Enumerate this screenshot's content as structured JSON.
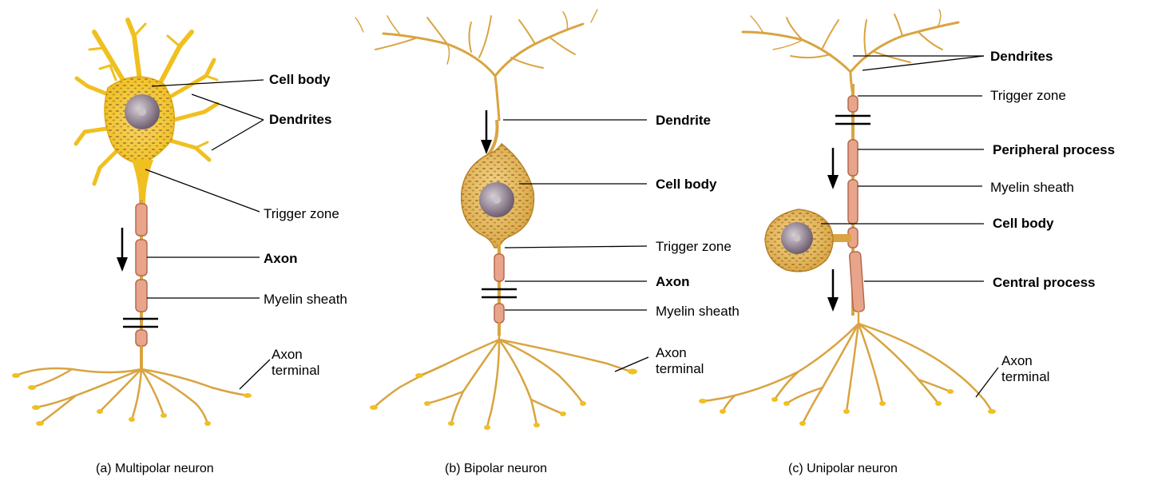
{
  "colors": {
    "process": "#d9a441",
    "process_dark": "#b8842a",
    "multipolar_body": "#f2c21a",
    "body_fill": "#e8b94a",
    "myelin": "#e8a58c",
    "myelin_edge": "#b36a4e",
    "nucleus": "#8c7c8c",
    "leader": "#000000"
  },
  "panels": [
    {
      "id": "a",
      "caption": "(a) Multipolar neuron",
      "labels": {
        "cell_body": "Cell body",
        "dendrites": "Dendrites",
        "trigger_zone": "Trigger zone",
        "axon": "Axon",
        "myelin_sheath": "Myelin sheath",
        "axon_terminal": "Axon\nterminal"
      }
    },
    {
      "id": "b",
      "caption": "(b) Bipolar neuron",
      "labels": {
        "dendrite": "Dendrite",
        "cell_body": "Cell body",
        "trigger_zone": "Trigger zone",
        "axon": "Axon",
        "myelin_sheath": "Myelin sheath",
        "axon_terminal": "Axon\nterminal"
      }
    },
    {
      "id": "c",
      "caption": "(c) Unipolar neuron",
      "labels": {
        "dendrites": "Dendrites",
        "trigger_zone": "Trigger zone",
        "peripheral_process": "Peripheral process",
        "myelin_sheath": "Myelin sheath",
        "cell_body": "Cell body",
        "central_process": "Central process",
        "axon_terminal": "Axon\nterminal"
      }
    }
  ]
}
